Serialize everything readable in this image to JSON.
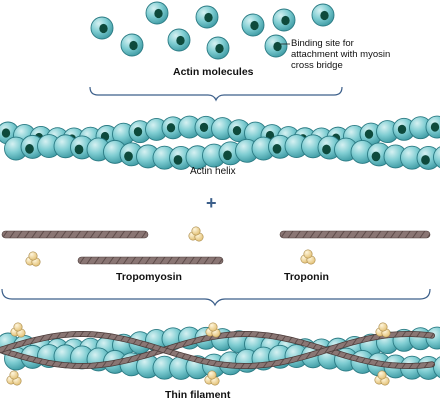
{
  "labels": {
    "actin_molecules": "Actin molecules",
    "binding_site_line1": "Binding site for",
    "binding_site_line2": "attachment with myosin",
    "binding_site_line3": "cross bridge",
    "actin_helix": "Actin helix",
    "plus": "+",
    "tropomyosin": "Tropomyosin",
    "troponin": "Troponin",
    "thin_filament": "Thin filament"
  },
  "colors": {
    "actin_fill": "#6cc5cb",
    "actin_light": "#bfe6e8",
    "actin_stroke": "#2b7b84",
    "binding_site": "#0e4a3c",
    "tropomyosin": "#7e6a68",
    "troponin": "#f2d79a",
    "bracket": "#3c5f8a"
  }
}
